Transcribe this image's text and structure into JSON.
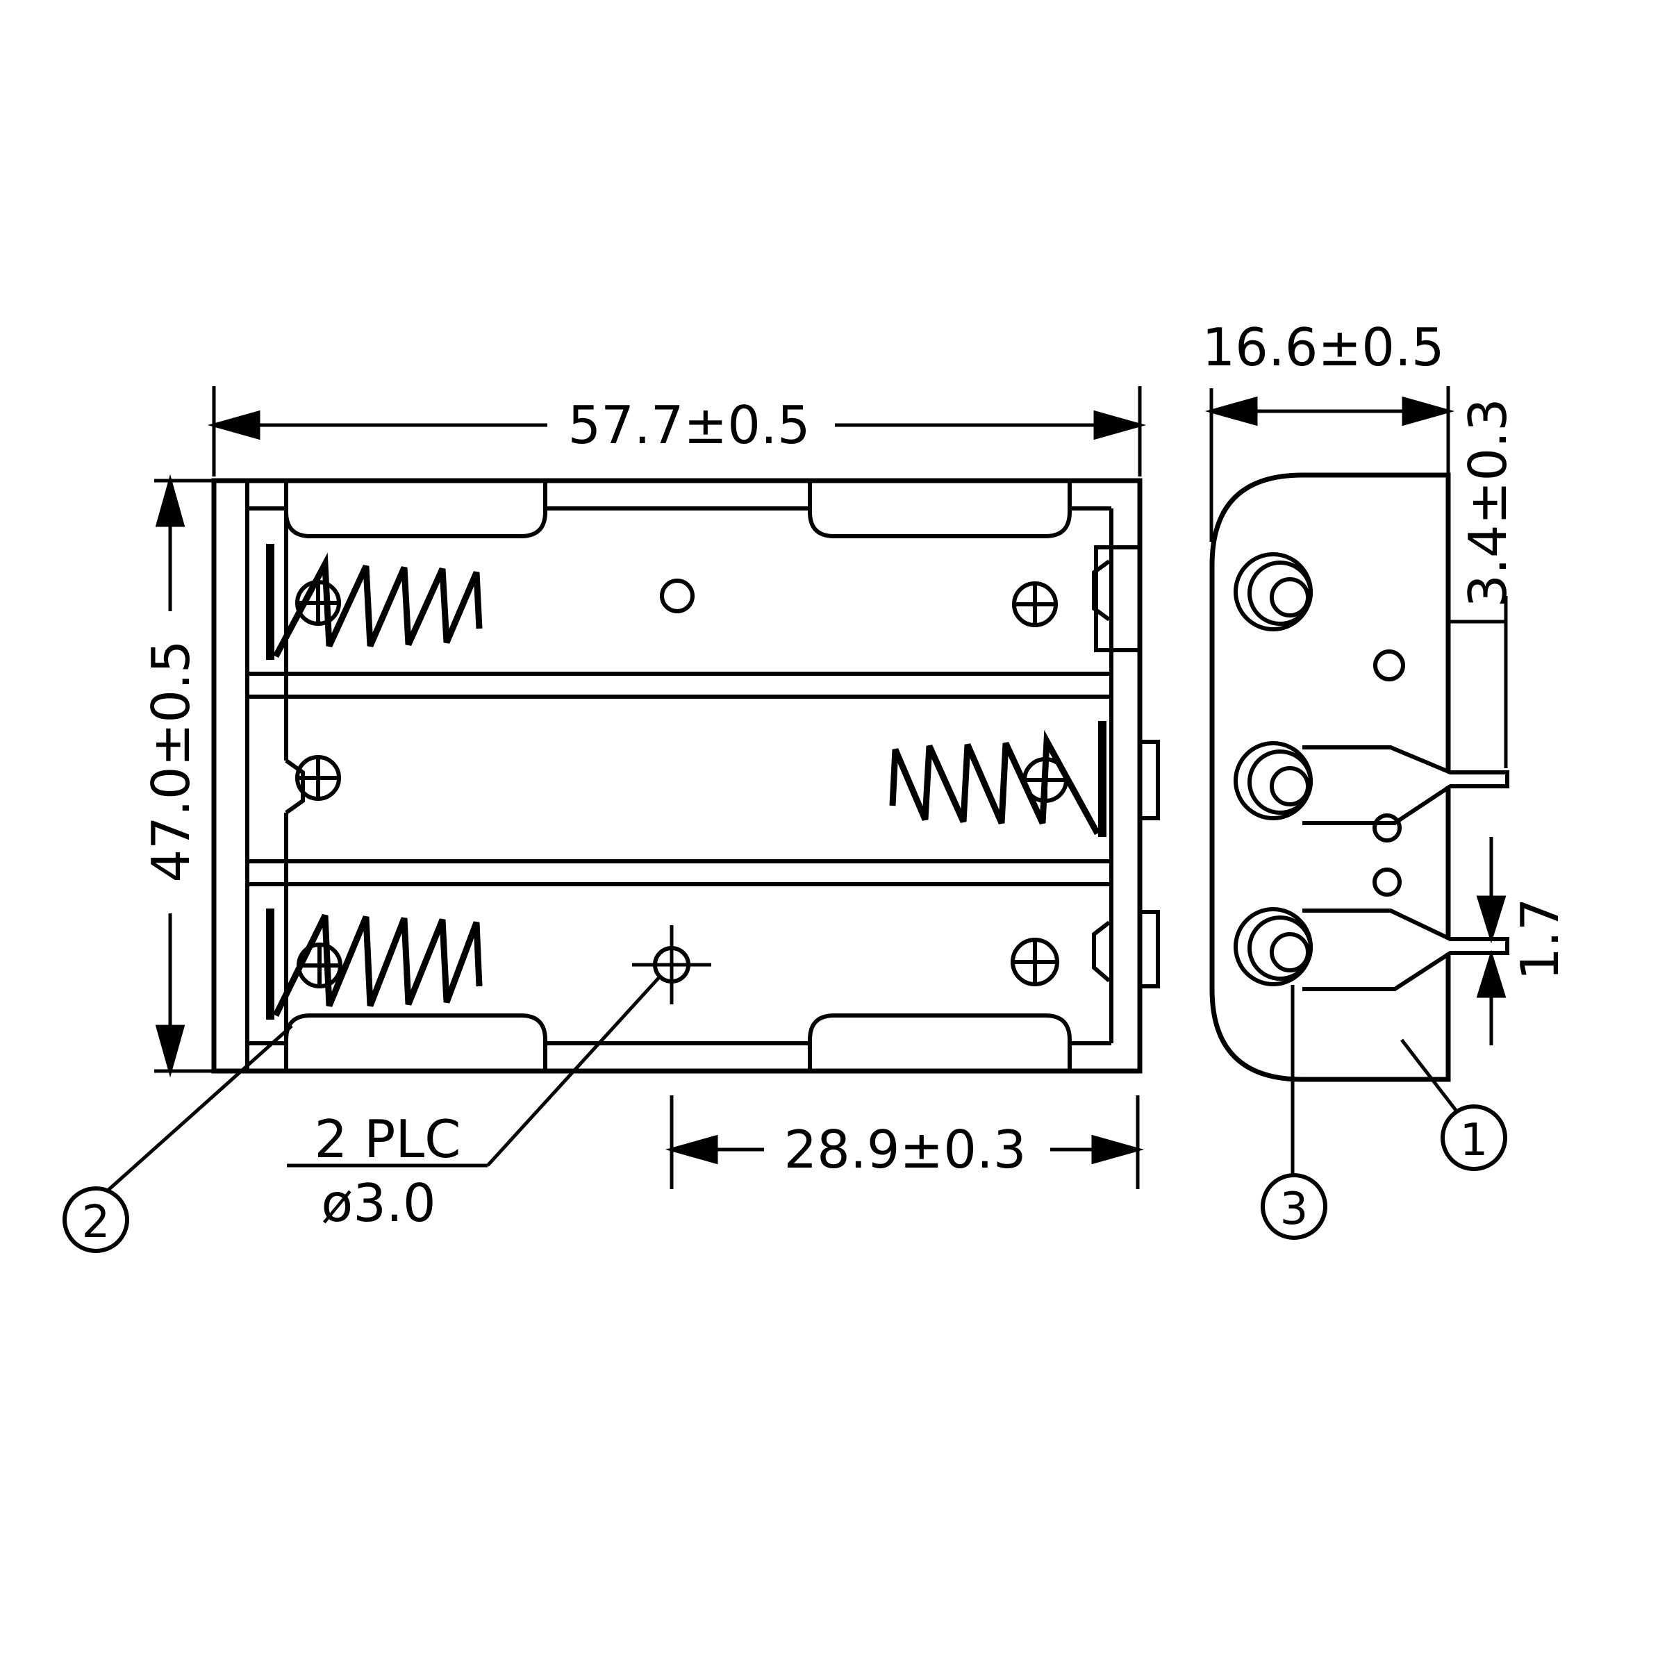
{
  "drawing": {
    "front_view": {
      "width_dim": "57.7±0.5",
      "height_dim": "47.0±0.5",
      "hole_offset_dim": "28.9±0.3",
      "hole_note_places": "2 PLC",
      "hole_note_diameter": "ø3.0"
    },
    "side_view": {
      "depth_dim": "16.6±0.5",
      "pin_protrusion_dim": "3.4±0.3",
      "pin_thickness_dim": "1.7"
    },
    "callouts": {
      "case": "1",
      "spring_contact": "2",
      "button_terminal": "3"
    }
  }
}
